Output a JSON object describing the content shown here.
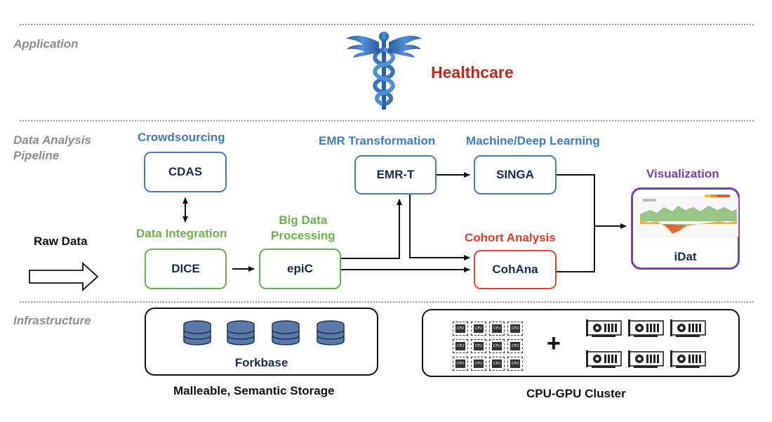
{
  "layers": {
    "application": "Application",
    "pipeline_line1": "Data Analysis",
    "pipeline_line2": "Pipeline",
    "infrastructure": "Infrastructure"
  },
  "application": {
    "title": "Healthcare",
    "icon": "caduceus-icon"
  },
  "stages": {
    "crowdsourcing": "Crowdsourcing",
    "data_integration": "Data Integration",
    "big_data_line1": "Big Data",
    "big_data_line2": "Processing",
    "emr_transformation": "EMR Transformation",
    "machine_learning": "Machine/Deep Learning",
    "cohort_analysis": "Cohort Analysis",
    "visualization": "Visualization"
  },
  "boxes": {
    "cdas": "CDAS",
    "dice": "DICE",
    "epic": "epiC",
    "emr_t": "EMR-T",
    "singa": "SINGA",
    "cohana": "CohAna",
    "idat": "iDat"
  },
  "raw_data": "Raw Data",
  "infrastructure": {
    "forkbase": "Forkbase",
    "storage_caption": "Malleable, Semantic Storage",
    "cluster_caption": "CPU-GPU Cluster",
    "cpu_chip_label": "CPU",
    "plus": "+"
  },
  "colors": {
    "blue": "#3d7ac4",
    "green": "#6ab04c",
    "red": "#e03a2a",
    "purple": "#7b3fa6",
    "healthcare": "#c0281e",
    "layer_label": "#8c8c8c"
  }
}
